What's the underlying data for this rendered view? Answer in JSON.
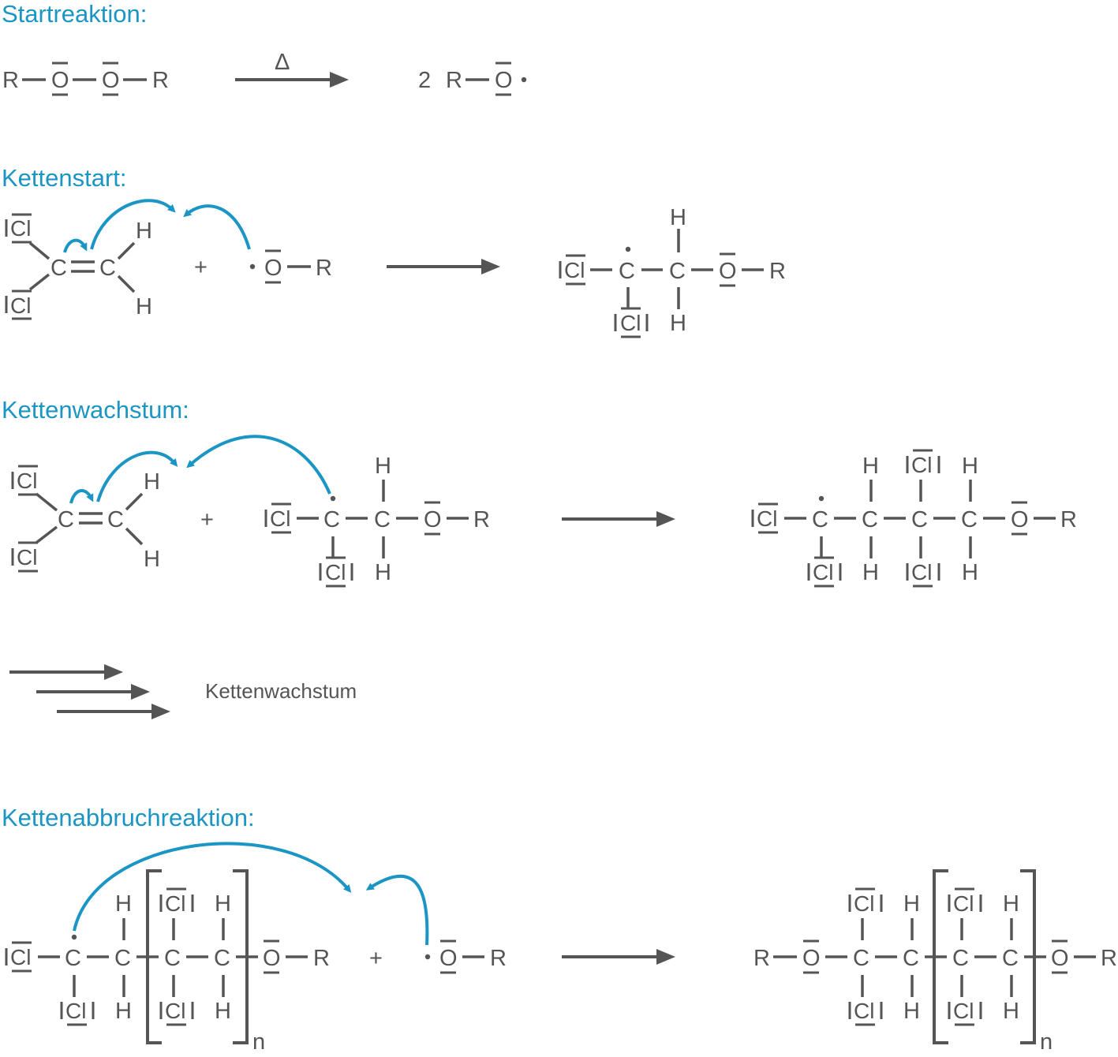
{
  "sections": {
    "start": "Startreaktion:",
    "kettenstart": "Kettenstart:",
    "wachstum": "Kettenwachstum:",
    "abbruch": "Kettenabbruchreaktion:"
  },
  "labels": {
    "delta": "Δ",
    "two": "2",
    "plus": "+",
    "kettenwachstum": "Kettenwachstum",
    "n": "n"
  },
  "atoms": {
    "R": "R",
    "O": "O",
    "C": "C",
    "H": "H",
    "Cl": "Cl"
  },
  "colors": {
    "accent": "#1a95c4",
    "structure": "#555555"
  }
}
